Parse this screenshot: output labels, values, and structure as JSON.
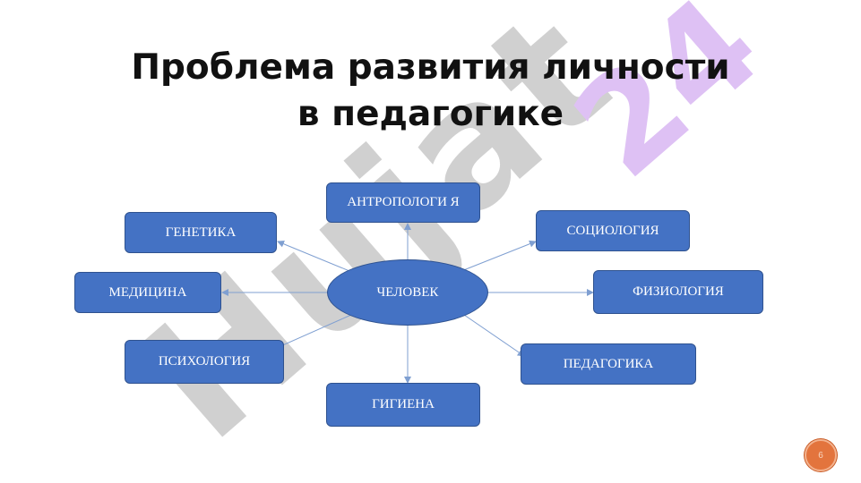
{
  "slide": {
    "title_lines": [
      "Проблема развития личности",
      "в педагогике"
    ],
    "page_number": "6"
  },
  "diagram": {
    "center": "ЧЕЛОВЕК",
    "nodes": {
      "anthropology": "АНТРОПОЛОГИ Я",
      "genetics": "ГЕНЕТИКА",
      "sociology": "СОЦИОЛОГИЯ",
      "medicine": "МЕДИЦИНА",
      "physiology": "ФИЗИОЛОГИЯ",
      "psychology": "ПСИХОЛОГИЯ",
      "pedagogy": "ПЕДАГОГИКА",
      "hygiene": "ГИГИЕНА"
    },
    "colors": {
      "node_fill": "#4472c4",
      "node_border": "#2f528f",
      "link": "#7f9fd1"
    }
  },
  "watermark": {
    "text": "Hujat",
    "number": "24",
    "colors": {
      "gray": "#c8c8c8",
      "violet": "#d9b7f3"
    }
  }
}
